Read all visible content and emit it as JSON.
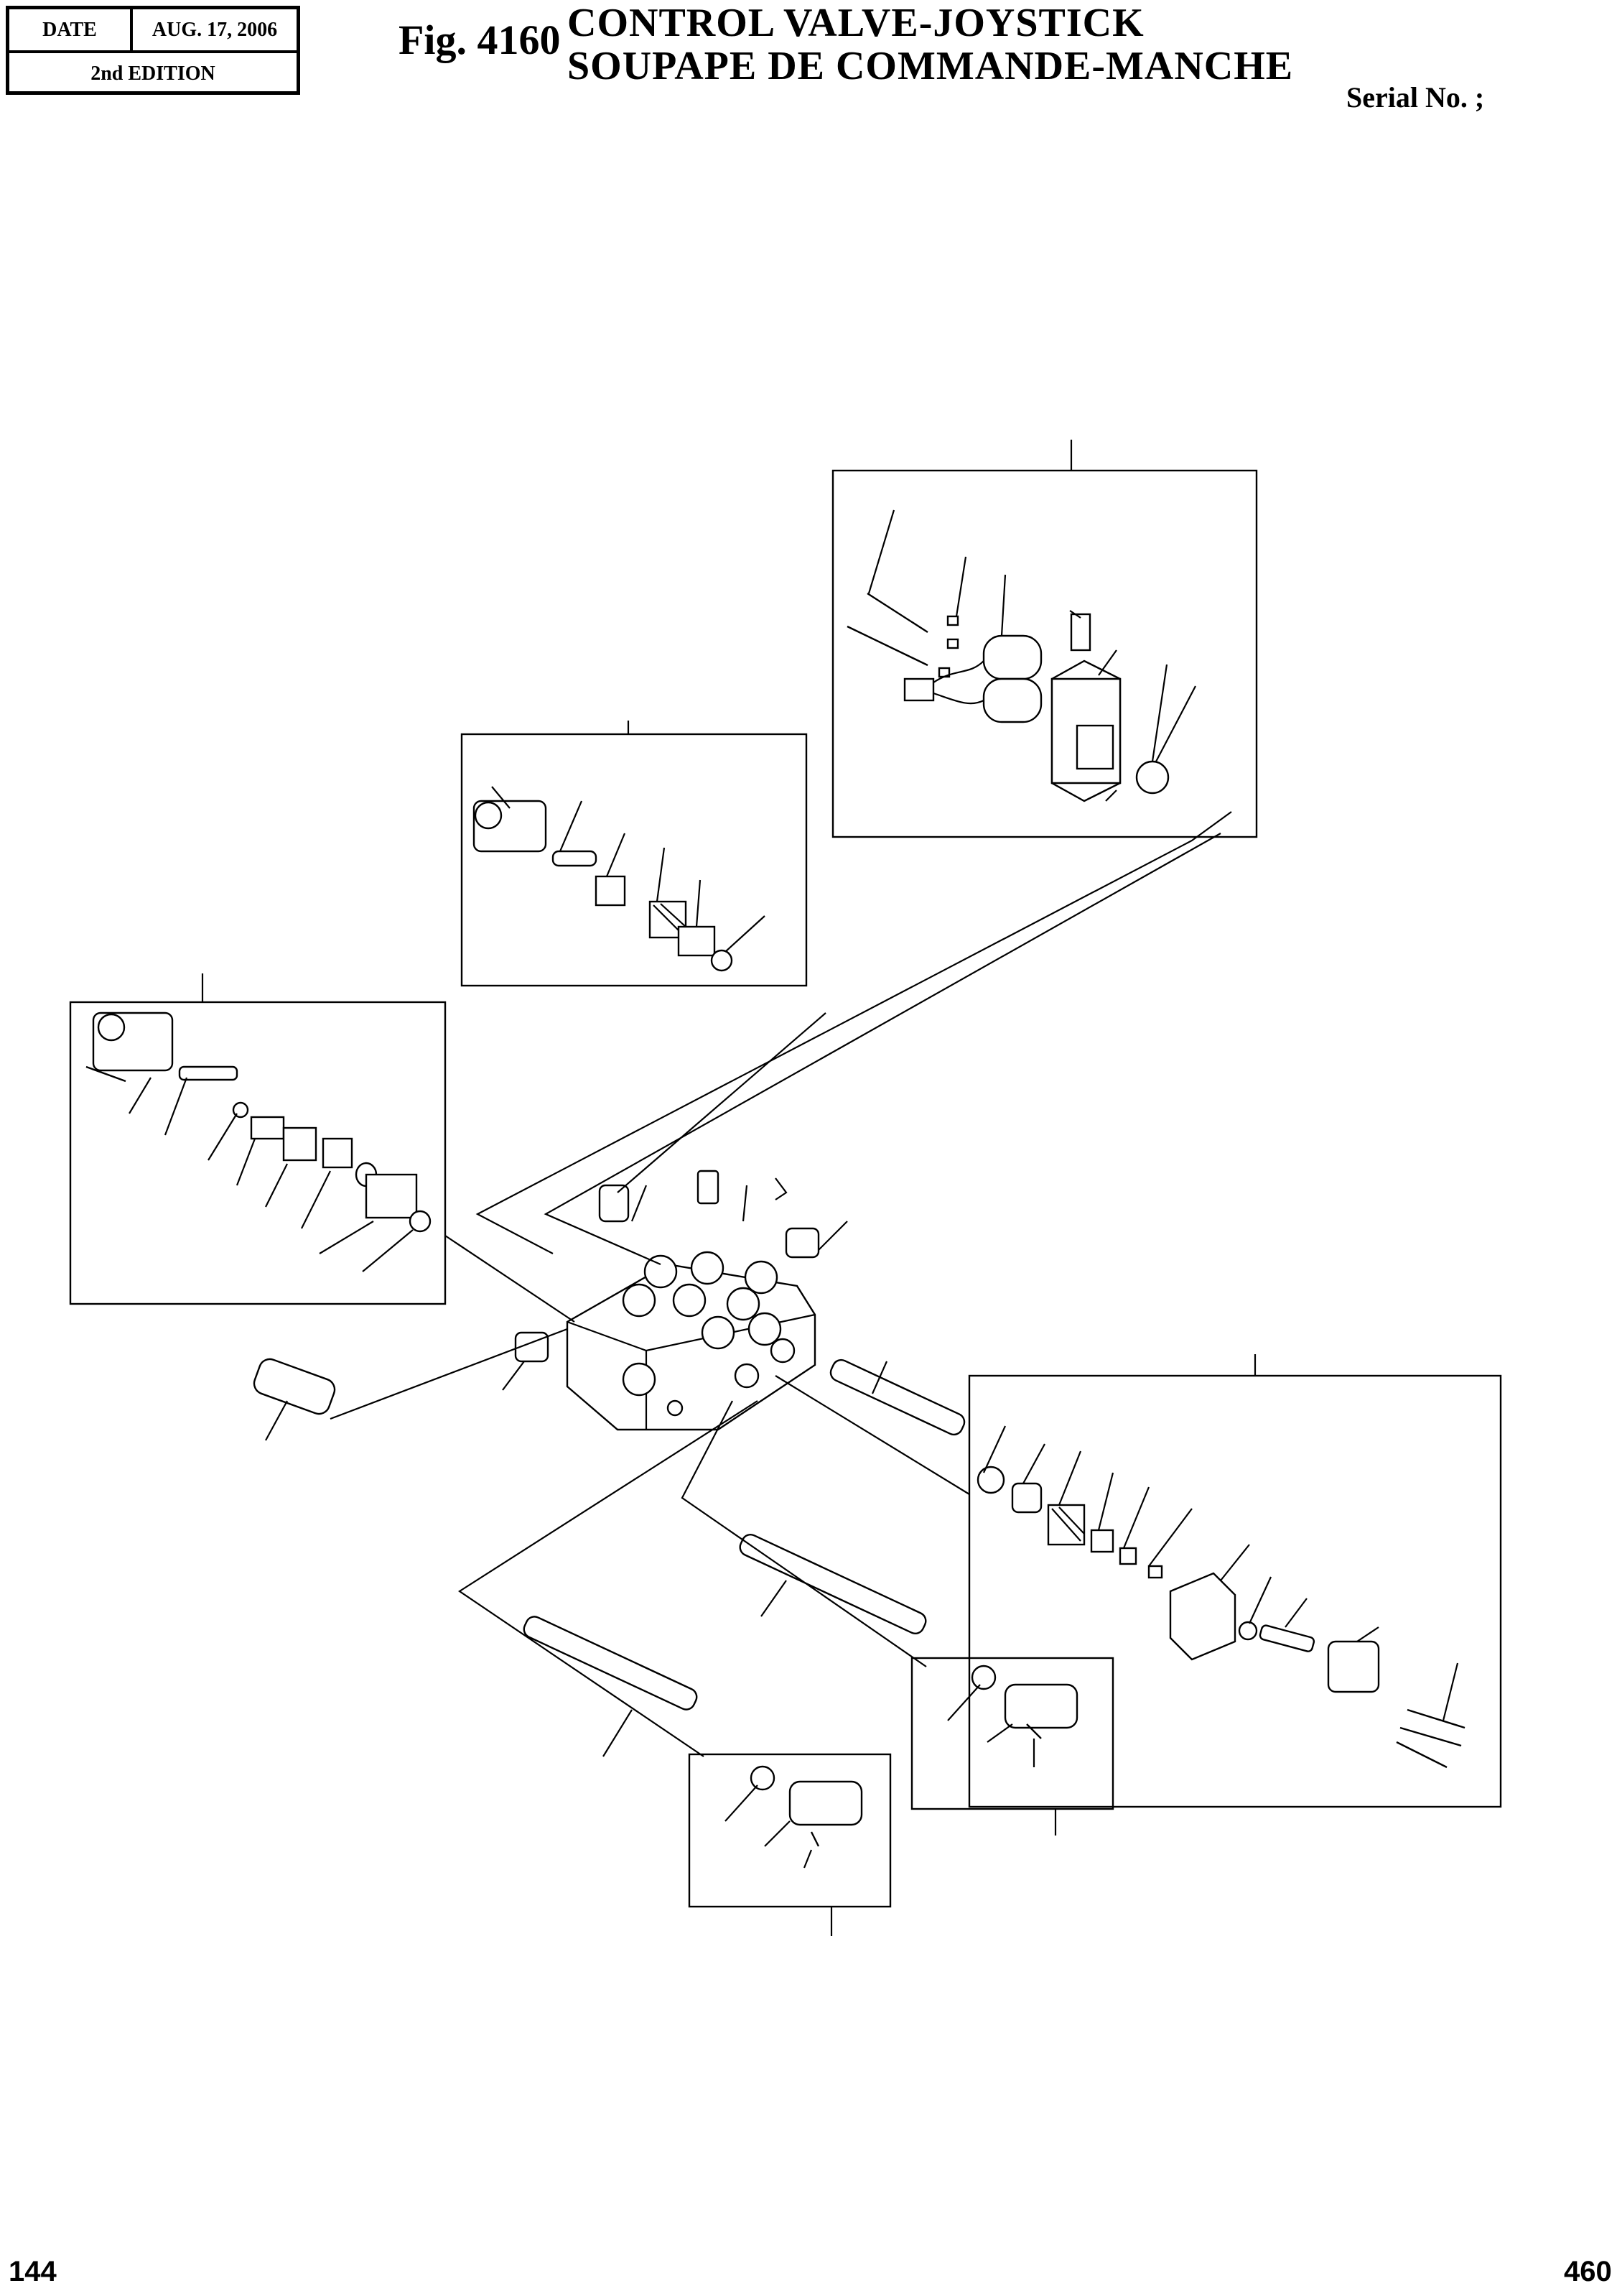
{
  "header": {
    "date_label": "DATE",
    "date_value": "AUG. 17, 2006",
    "edition": "2nd EDITION",
    "fig_label": "Fig. 4160",
    "title_en": "CONTROL  VALVE-JOYSTICK",
    "title_fr": "SOUPAPE  DE  COMMANDE-MANCHE",
    "serial": "Serial No. ;"
  },
  "footer": {
    "page_left": "144",
    "page_right": "460"
  }
}
